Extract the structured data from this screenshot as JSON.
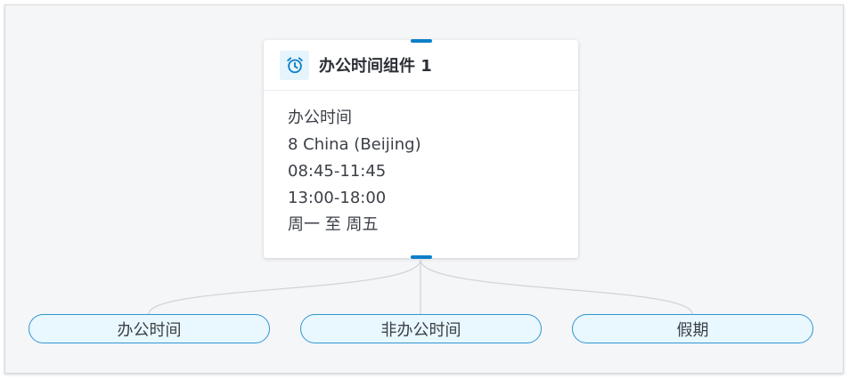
{
  "card": {
    "title": "办公时间组件 1",
    "icon": "alarm-clock-icon",
    "lines": [
      "办公时间",
      "8 China (Beijing)",
      "08:45-11:45",
      "13:00-18:00",
      "周一 至 周五"
    ]
  },
  "branches": [
    {
      "label": "办公时间"
    },
    {
      "label": "非办公时间"
    },
    {
      "label": "假期"
    }
  ],
  "colors": {
    "accent": "#0a7fc9",
    "canvas_bg": "#f5f6f8",
    "pill_bg": "#e9f8fe",
    "pill_border": "#2f95d4",
    "connector": "#cfd3d8"
  }
}
